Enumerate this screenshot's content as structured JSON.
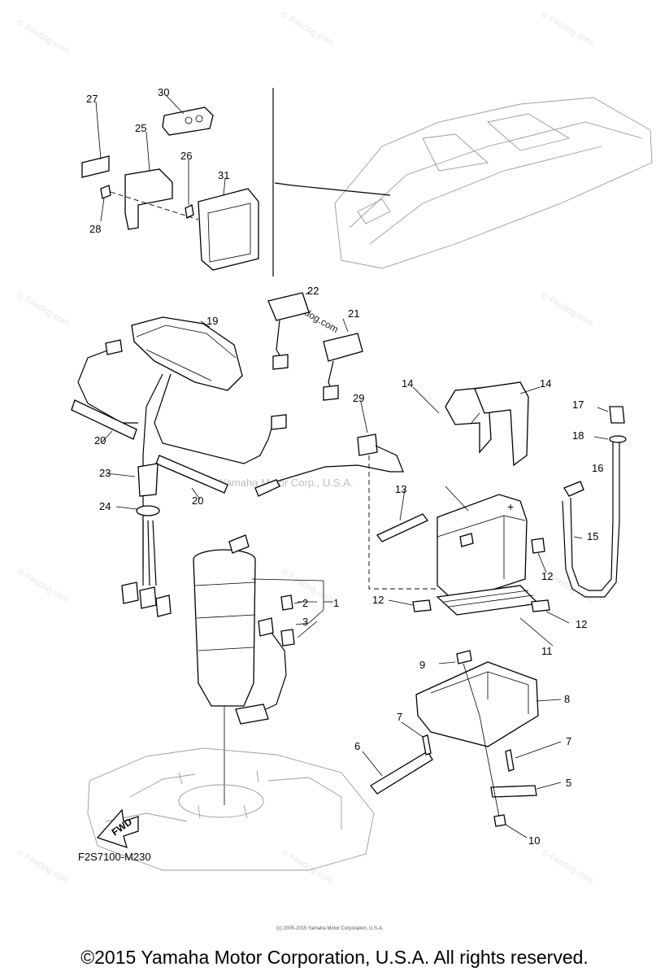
{
  "watermark": {
    "text": "© Firedog.com",
    "center_text": "© Firedog.com",
    "company_text": "Yamaha Motor Corp., U.S.A."
  },
  "diagram_code": "F2S7100-M230",
  "fwd_label": "FWD",
  "copyright": "©2015 Yamaha Motor Corporation, U.S.A. All rights reserved.",
  "fine_print": "(c) 2005-2015 Yamaha Motor Corporation, U.S.A.",
  "callouts": [
    "27",
    "30",
    "25",
    "26",
    "31",
    "28",
    "22",
    "21",
    "19",
    "14",
    "14",
    "17",
    "29",
    "18",
    "16",
    "20",
    "13",
    "23",
    "20",
    "24",
    "15",
    "1",
    "2",
    "3",
    "12",
    "12",
    "12",
    "11",
    "9",
    "8",
    "7",
    "7",
    "6",
    "5",
    "10"
  ],
  "battery_sign": "+"
}
